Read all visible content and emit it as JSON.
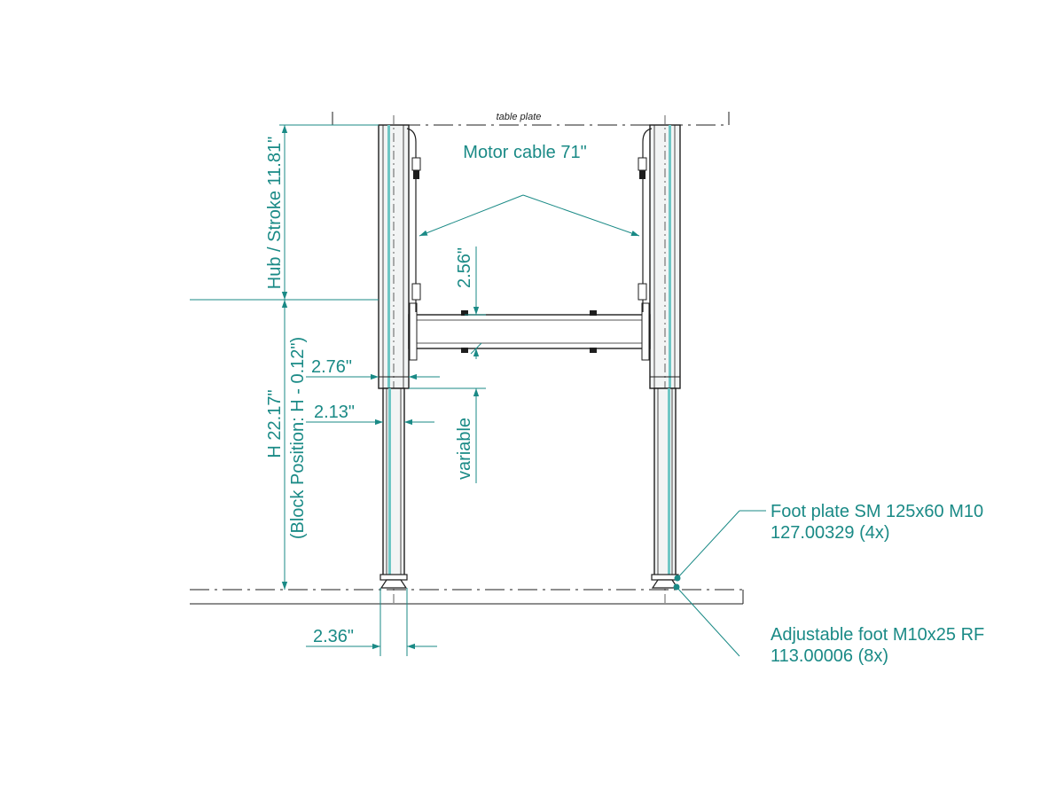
{
  "colors": {
    "dimension": "#1a8a86",
    "line": "#1e1e1e",
    "light_fill": "#f2f4f4",
    "cyan_strip": "#6fc7c5"
  },
  "labels": {
    "table_plate": "table plate",
    "motor_cable": "Motor cable 71\"",
    "hub_stroke": "Hub / Stroke 11.81\"",
    "height": "H 22.17\"",
    "block_position": "(Block Position: H - 0.12\")",
    "dim_276": "2.76\"",
    "dim_213": "2.13\"",
    "dim_256": "2.56\"",
    "variable": "variable",
    "dim_236": "2.36\"",
    "foot_plate_line1": "Foot plate SM 125x60 M10",
    "foot_plate_line2": "127.00329 (4x)",
    "adjustable_foot_line1": "Adjustable foot M10x25 RF",
    "adjustable_foot_line2": "113.00006 (8x)"
  }
}
